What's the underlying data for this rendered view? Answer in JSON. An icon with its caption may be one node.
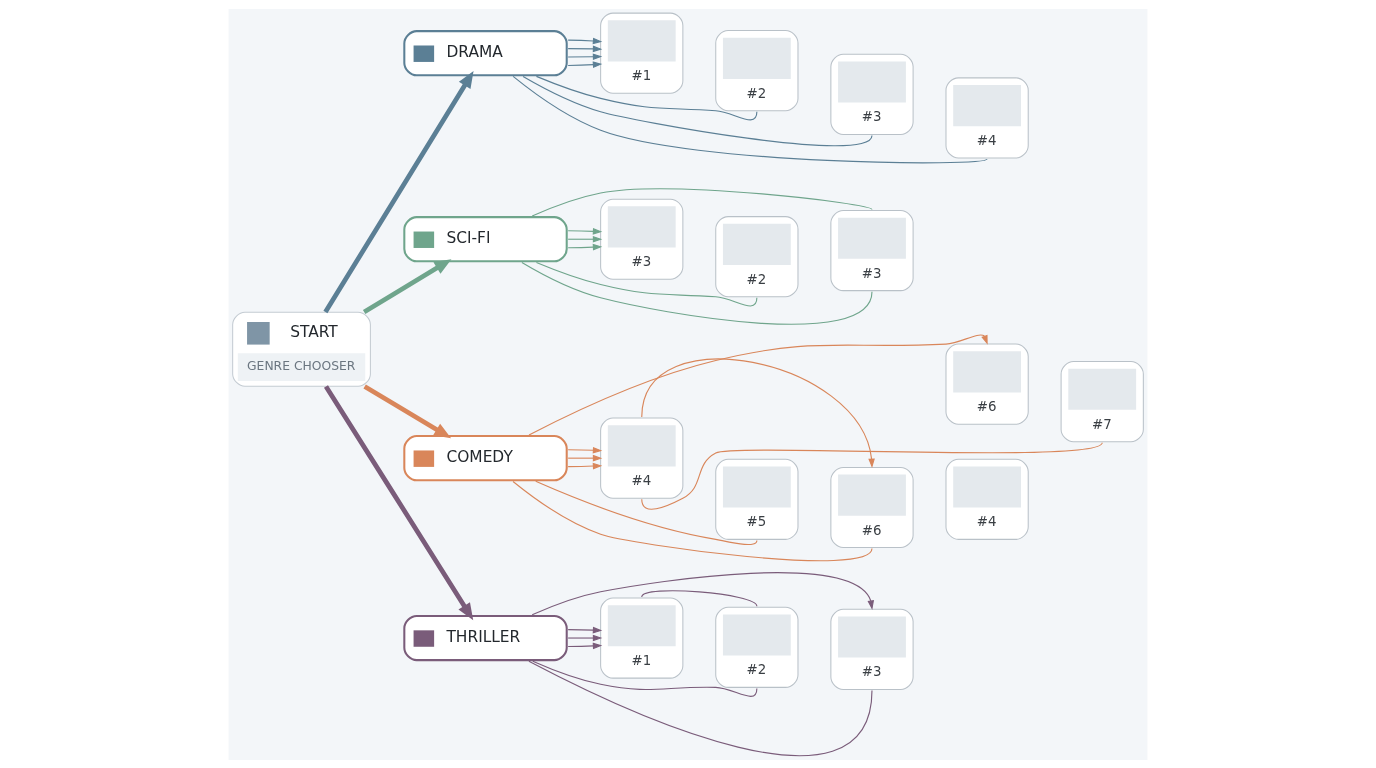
{
  "diagram": {
    "nodes": [
      {
        "text": [
          "START",
          "GENRE CHOOSER"
        ]
      },
      {
        "text": [
          "DRAMA"
        ]
      },
      {
        "text": [
          "#1"
        ]
      },
      {
        "text": [
          "#2"
        ]
      },
      {
        "text": [
          "#3"
        ]
      },
      {
        "text": [
          "#4"
        ]
      },
      {
        "text": [
          "SCI-FI"
        ]
      },
      {
        "text": [
          "#3"
        ]
      },
      {
        "text": [
          "#2"
        ]
      },
      {
        "text": [
          "#3"
        ]
      },
      {
        "text": [
          "COMEDY"
        ]
      },
      {
        "text": [
          "#4"
        ]
      },
      {
        "text": [
          "#5"
        ]
      },
      {
        "text": [
          "#6"
        ]
      },
      {
        "text": [
          "#6"
        ]
      },
      {
        "text": [
          "#7"
        ]
      },
      {
        "text": [
          "THRILLER"
        ]
      },
      {
        "text": [
          "#1"
        ]
      },
      {
        "text": [
          "#2"
        ]
      },
      {
        "text": [
          "#3"
        ]
      },
      {
        "text": [
          "#4"
        ]
      }
    ],
    "edges": [
      {
        "from": 0,
        "to": 1,
        "arrow": "to",
        "style": "thick",
        "color": "#5b7f95"
      },
      {
        "from": 0,
        "to": 6,
        "arrow": "to",
        "style": "thick",
        "color": "#6fa58c"
      },
      {
        "from": 0,
        "to": 10,
        "arrow": "to",
        "style": "thick",
        "color": "#d9865a"
      },
      {
        "from": 0,
        "to": 16,
        "arrow": "to",
        "style": "thick",
        "color": "#7a5c7a"
      },
      {
        "from": 1,
        "to": 2,
        "arrow": "to",
        "color": "#5b7f95"
      },
      {
        "from": 1,
        "to": 2,
        "arrow": "to",
        "color": "#5b7f95"
      },
      {
        "from": 1,
        "to": 2,
        "arrow": "to",
        "color": "#5b7f95"
      },
      {
        "from": 1,
        "to": 2,
        "arrow": "to",
        "color": "#5b7f95"
      },
      {
        "from": 1,
        "to": 3,
        "arrow": "none",
        "color": "#5b7f95"
      },
      {
        "from": 1,
        "to": 4,
        "arrow": "none",
        "color": "#5b7f95"
      },
      {
        "from": 1,
        "to": 5,
        "arrow": "none",
        "color": "#5b7f95"
      },
      {
        "from": 6,
        "to": 9,
        "arrow": "none",
        "color": "#6fa58c"
      },
      {
        "from": 6,
        "to": 7,
        "arrow": "to",
        "color": "#6fa58c"
      },
      {
        "from": 6,
        "to": 7,
        "arrow": "to",
        "color": "#6fa58c"
      },
      {
        "from": 6,
        "to": 7,
        "arrow": "to",
        "color": "#6fa58c"
      },
      {
        "from": 6,
        "to": 8,
        "arrow": "none",
        "color": "#6fa58c"
      },
      {
        "from": 6,
        "to": 9,
        "arrow": "none",
        "color": "#6fa58c"
      },
      {
        "from": 10,
        "to": 14,
        "arrow": "to",
        "color": "#d9865a"
      },
      {
        "from": 11,
        "to": 13,
        "arrow": "to",
        "color": "#d9865a"
      },
      {
        "from": 10,
        "to": 11,
        "arrow": "to",
        "color": "#d9865a"
      },
      {
        "from": 10,
        "to": 11,
        "arrow": "to",
        "color": "#d9865a"
      },
      {
        "from": 10,
        "to": 11,
        "arrow": "to",
        "color": "#d9865a"
      },
      {
        "from": 10,
        "to": 12,
        "arrow": "none",
        "color": "#d9865a"
      },
      {
        "from": 10,
        "to": 13,
        "arrow": "none",
        "color": "#d9865a"
      },
      {
        "from": 11,
        "to": 15,
        "arrow": "none",
        "color": "#d9865a"
      },
      {
        "from": 16,
        "to": 19,
        "arrow": "to",
        "color": "#7a5c7a"
      },
      {
        "from": 17,
        "to": 18,
        "arrow": "none",
        "color": "#7a5c7a"
      },
      {
        "from": 16,
        "to": 17,
        "arrow": "to",
        "color": "#7a5c7a"
      },
      {
        "from": 16,
        "to": 17,
        "arrow": "to",
        "color": "#7a5c7a"
      },
      {
        "from": 16,
        "to": 17,
        "arrow": "to",
        "color": "#7a5c7a"
      },
      {
        "from": 16,
        "to": 18,
        "arrow": "none",
        "color": "#7a5c7a"
      },
      {
        "from": 16,
        "to": 19,
        "arrow": "none",
        "color": "#7a5c7a"
      }
    ]
  }
}
